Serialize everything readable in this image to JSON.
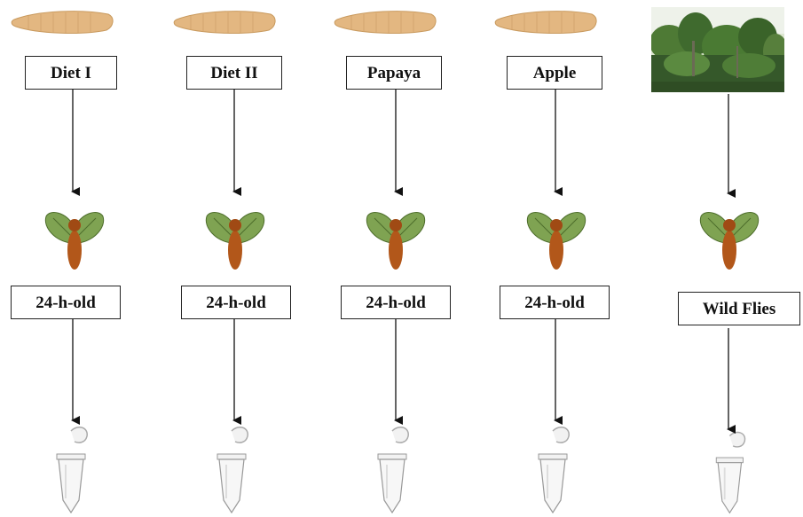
{
  "columns": [
    {
      "source": "larva",
      "top_label": "Diet I",
      "bottom_label": "24-h-old"
    },
    {
      "source": "larva",
      "top_label": "Diet II",
      "bottom_label": "24-h-old"
    },
    {
      "source": "larva",
      "top_label": "Papaya",
      "bottom_label": "24-h-old"
    },
    {
      "source": "larva",
      "top_label": "Apple",
      "bottom_label": "24-h-old"
    },
    {
      "source": "forest-photo",
      "top_label": "",
      "bottom_label": "Wild Flies"
    }
  ],
  "colors": {
    "larva": "#e3b781",
    "fly_wing": "#7fa352",
    "fly_body": "#b2571a",
    "forest_canopy": "#3f6a2e",
    "arrow": "#111111"
  }
}
